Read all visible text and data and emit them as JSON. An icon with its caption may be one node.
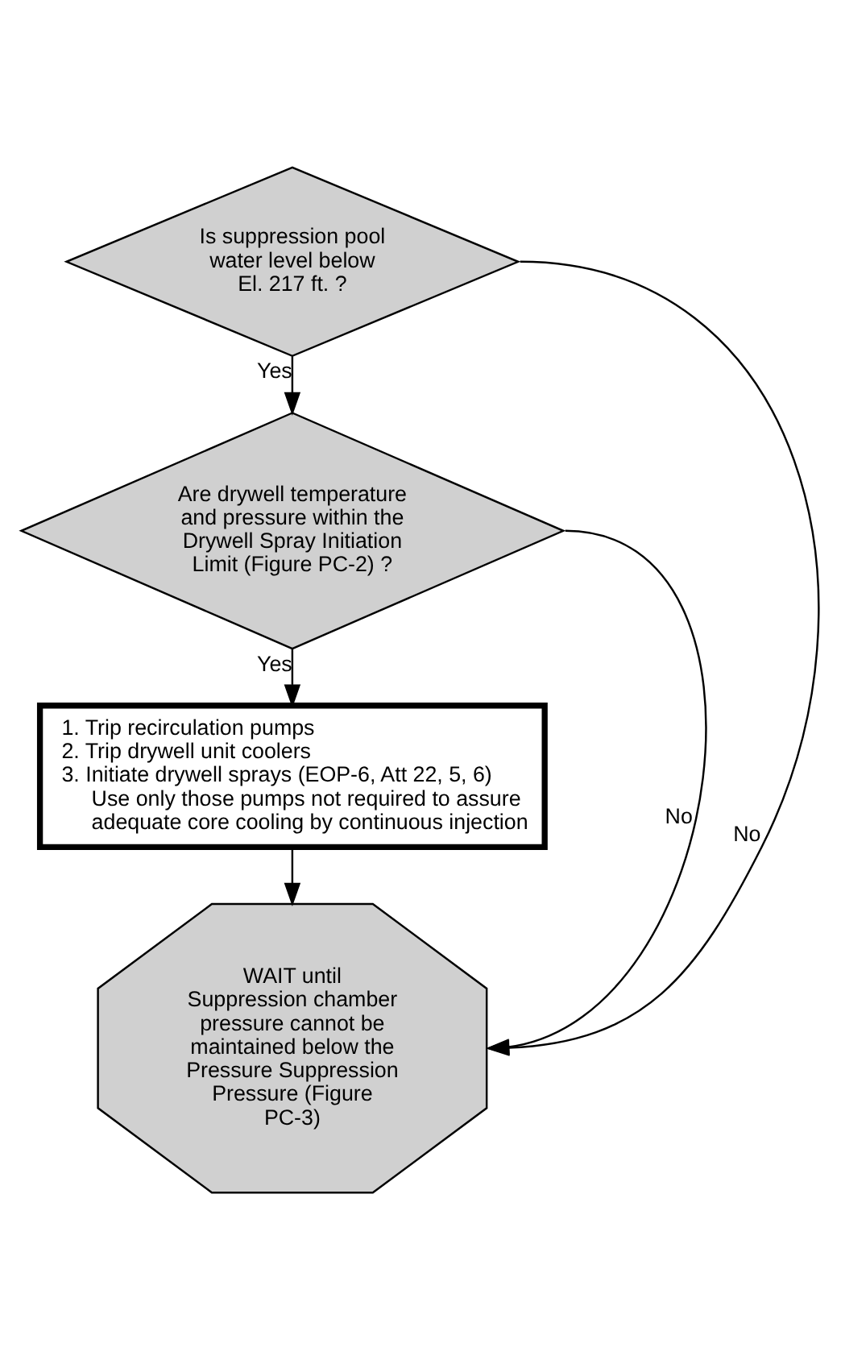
{
  "diagram": {
    "nodes": [
      {
        "text": [
          "Is suppression pool water level below El. 217 ft. ?"
        ]
      },
      {
        "text": [
          "Are drywell temperature and pressure within the Drywell Spray Initiation Limit (Figure PC-2) ?"
        ]
      },
      {
        "text": [
          "1. Trip recirculation pumps",
          "2. Trip drywell unit coolers",
          "3. Initiate drywell sprays (EOP-6, Att 22, 5, 6)",
          "Use only those pumps not required to assure adequate core cooling by continuous injection"
        ]
      },
      {
        "text": [
          "WAIT until Suppression chamber pressure cannot be maintained below the Pressure Suppression Pressure (Figure PC-3)"
        ]
      }
    ],
    "edges": [
      {
        "from": 0,
        "to": 1,
        "arrow": "to",
        "label": "Yes"
      },
      {
        "from": 1,
        "to": 2,
        "arrow": "to",
        "label": "Yes"
      },
      {
        "from": 0,
        "to": 3,
        "arrow": "to",
        "label": "No"
      },
      {
        "from": 1,
        "to": 3,
        "arrow": "to",
        "label": "No"
      },
      {
        "from": 2,
        "to": 3,
        "arrow": "to"
      }
    ]
  }
}
